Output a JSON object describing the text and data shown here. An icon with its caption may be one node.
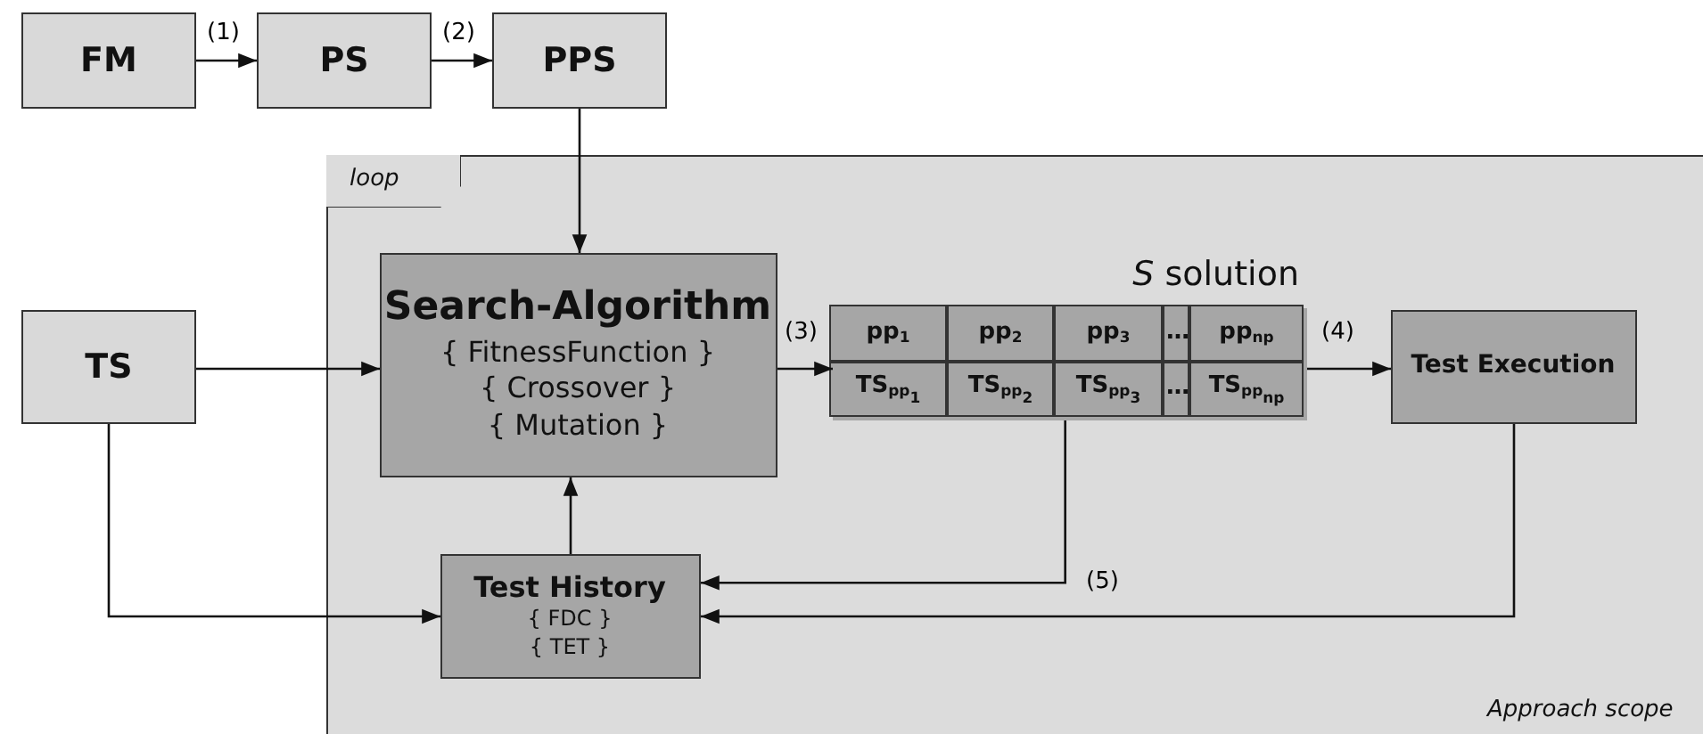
{
  "diagram": {
    "nodes": [
      {
        "text": [
          "loop",
          "Approach scope"
        ]
      },
      {
        "text": [
          "FM"
        ]
      },
      {
        "text": [
          "PS"
        ]
      },
      {
        "text": [
          "PPS"
        ]
      },
      {
        "text": [
          "TS"
        ]
      },
      {
        "text": [
          "Search-Algorithm",
          "{ FitnessFunction }",
          "{ Crossover }",
          "{ Mutation }"
        ],
        "in": 0
      },
      {
        "text": [
          "*S* solution"
        ],
        "in": 0
      },
      {
        "text": [
          "pp$_{1}$"
        ],
        "in": 6
      },
      {
        "text": [
          "pp$_{2}$"
        ],
        "in": 6
      },
      {
        "text": [
          "pp$_{3}$"
        ],
        "in": 6
      },
      {
        "text": [
          "…"
        ],
        "in": 6
      },
      {
        "text": [
          "pp$_{np}$"
        ],
        "in": 6
      },
      {
        "text": [
          "TS$_{pp}$$_{1}$"
        ],
        "in": 6
      },
      {
        "text": [
          "TS$_{pp}$$_{2}$"
        ],
        "in": 6
      },
      {
        "text": [
          "TS$_{pp}$$_{3}$"
        ],
        "in": 6
      },
      {
        "text": [
          "…"
        ],
        "in": 6
      },
      {
        "text": [
          "TS$_{pp}$$_{np}$"
        ],
        "in": 6
      },
      {
        "text": [
          "Test Execution"
        ],
        "in": 0
      },
      {
        "text": [
          "Test History",
          "{ FDC }",
          "{ TET }"
        ],
        "in": 0
      }
    ],
    "edges": [
      {
        "from": 1,
        "to": 2,
        "arrow": "to",
        "label": "(1)"
      },
      {
        "from": 2,
        "to": 3,
        "arrow": "to",
        "label": "(2)"
      },
      {
        "from": 3,
        "to": 5,
        "arrow": "to"
      },
      {
        "from": 4,
        "to": 5,
        "arrow": "to"
      },
      {
        "from": 5,
        "to": 6,
        "arrow": "to",
        "label": "(3)"
      },
      {
        "from": 6,
        "to": 17,
        "arrow": "to",
        "label": "(4)"
      },
      {
        "from": 6,
        "to": 18,
        "arrow": "to",
        "label": "(5)"
      },
      {
        "from": 17,
        "to": 18,
        "arrow": "to"
      },
      {
        "from": 4,
        "to": 18,
        "arrow": "to"
      },
      {
        "from": 18,
        "to": 5,
        "arrow": "to"
      }
    ]
  }
}
